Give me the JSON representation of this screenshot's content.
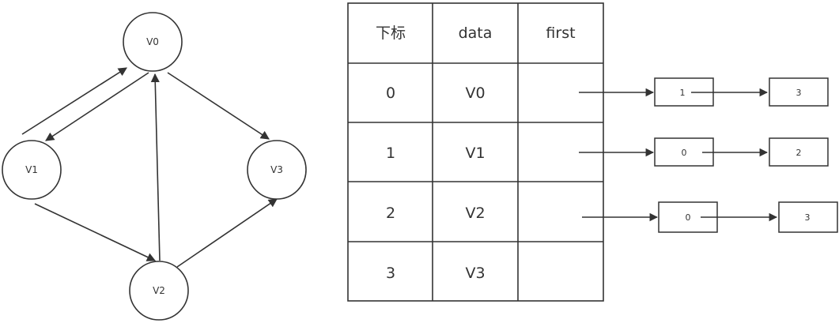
{
  "graph": {
    "nodes": [
      "V0",
      "V1",
      "V2",
      "V3"
    ]
  },
  "table": {
    "headers": [
      "下标",
      "data",
      "first"
    ],
    "rows": [
      {
        "index": "0",
        "data": "V0"
      },
      {
        "index": "1",
        "data": "V1"
      },
      {
        "index": "2",
        "data": "V2"
      },
      {
        "index": "3",
        "data": "V3"
      }
    ]
  },
  "adjacency": [
    [
      "1",
      "3"
    ],
    [
      "0",
      "2"
    ],
    [
      "0",
      "3"
    ]
  ],
  "colors": {
    "stroke": "#333333",
    "background": "#ffffff"
  }
}
